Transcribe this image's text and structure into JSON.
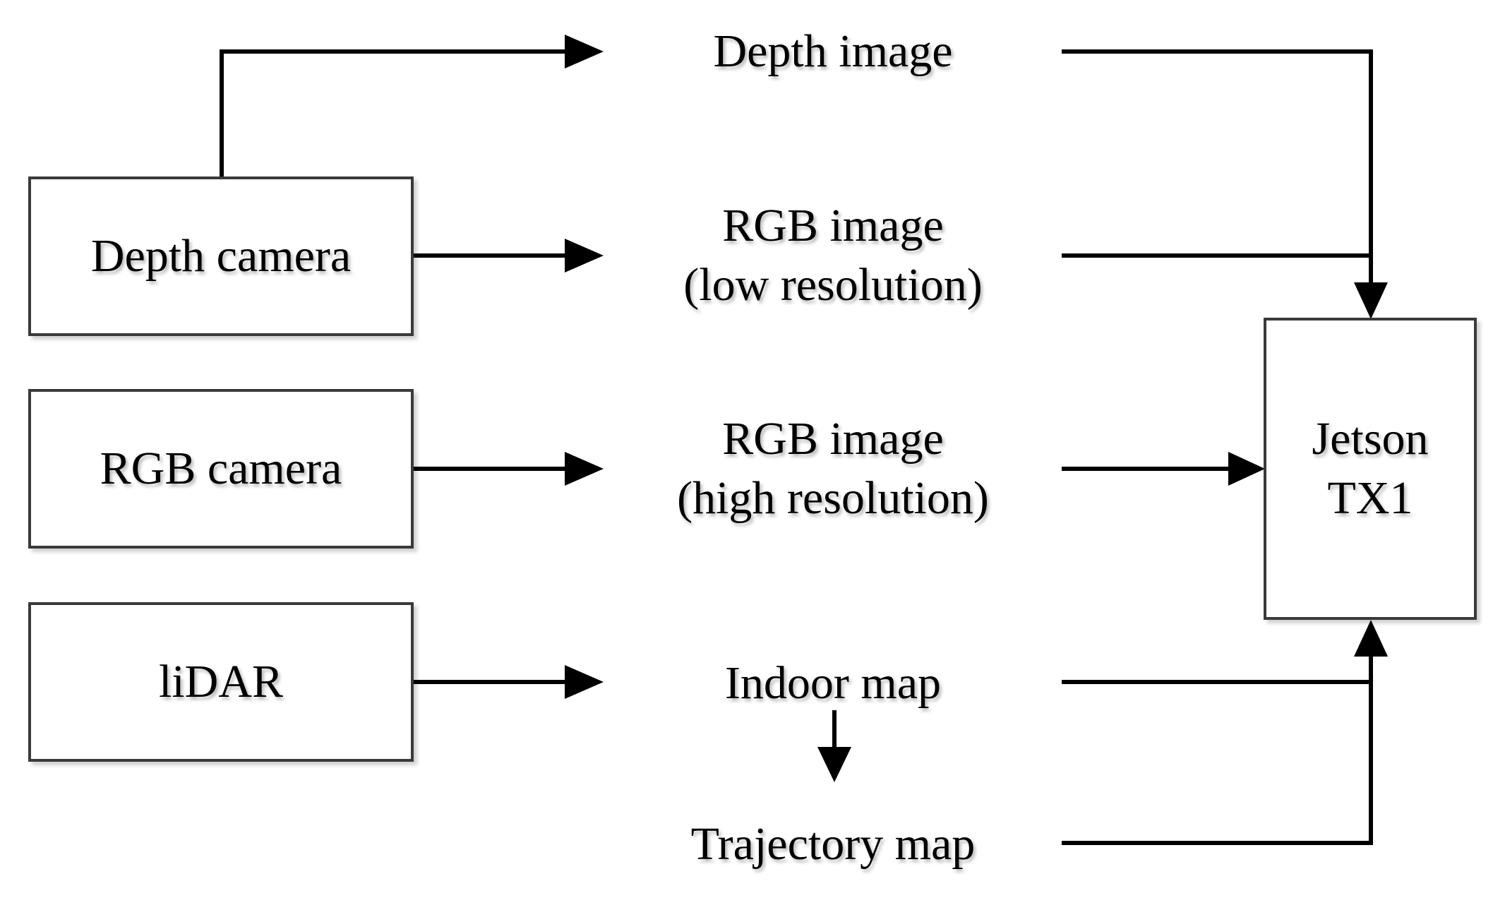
{
  "sources": {
    "depth_camera": "Depth camera",
    "rgb_camera": "RGB camera",
    "lidar": "liDAR"
  },
  "outputs": {
    "depth_image": "Depth image",
    "rgb_low": {
      "line1": "RGB image",
      "line2": "(low resolution)"
    },
    "rgb_high": {
      "line1": "RGB image",
      "line2": "(high resolution)"
    },
    "indoor_map": "Indoor map",
    "trajectory_map": "Trajectory map"
  },
  "processor": {
    "line1": "Jetson",
    "line2": "TX1"
  },
  "colors": {
    "line": "#000000",
    "box_border": "#3a3a3a",
    "text": "#000000",
    "background": "#ffffff"
  }
}
